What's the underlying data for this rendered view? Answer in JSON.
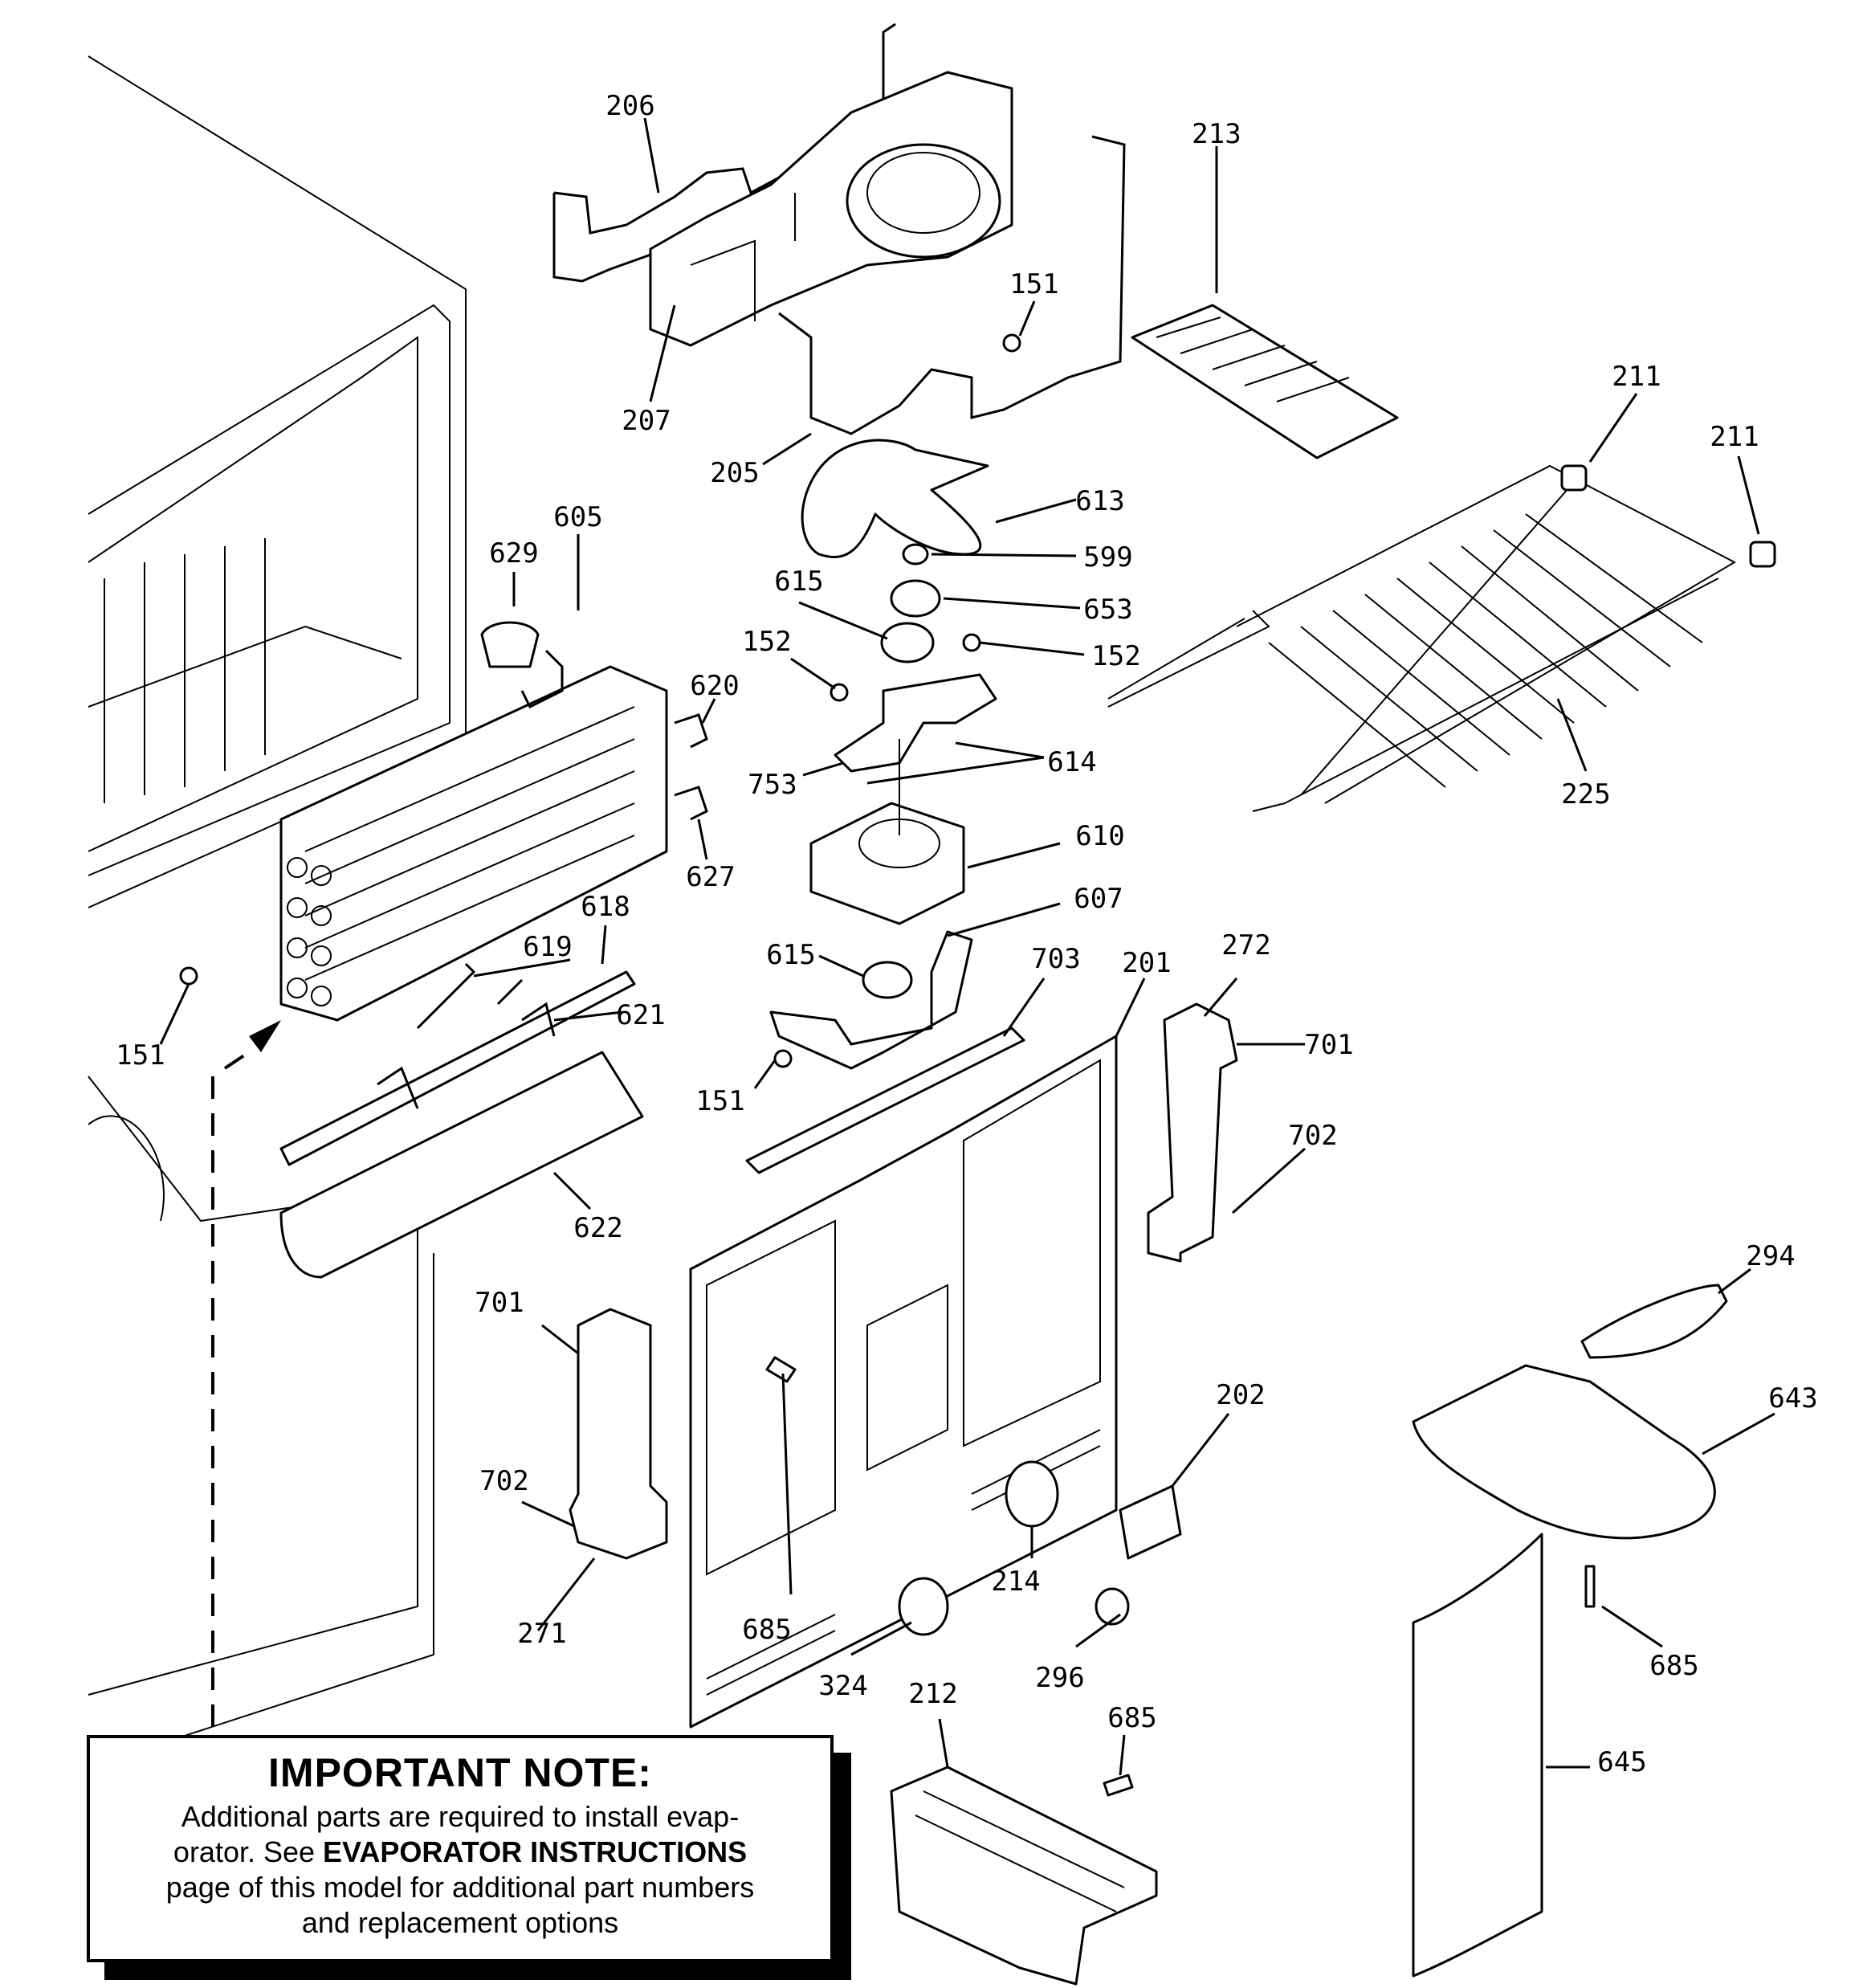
{
  "callouts": [
    "206",
    "207",
    "205",
    "151",
    "213",
    "211",
    "211",
    "613",
    "599",
    "615",
    "653",
    "152",
    "152",
    "629",
    "605",
    "620",
    "614",
    "753",
    "627",
    "225",
    "610",
    "618",
    "619",
    "607",
    "615",
    "703",
    "201",
    "272",
    "701",
    "621",
    "151",
    "702",
    "151",
    "622",
    "294",
    "701",
    "202",
    "643",
    "702",
    "214",
    "685",
    "271",
    "685",
    "324",
    "212",
    "296",
    "685",
    "645"
  ],
  "note": {
    "title": "IMPORTANT NOTE:",
    "line1": "Additional parts are required to install evap-",
    "line2_pre": "orator.  See ",
    "line2_bold": "EVAPORATOR INSTRUCTIONS",
    "line3": "page of this model for additional part numbers",
    "line4": "and replacement options"
  }
}
